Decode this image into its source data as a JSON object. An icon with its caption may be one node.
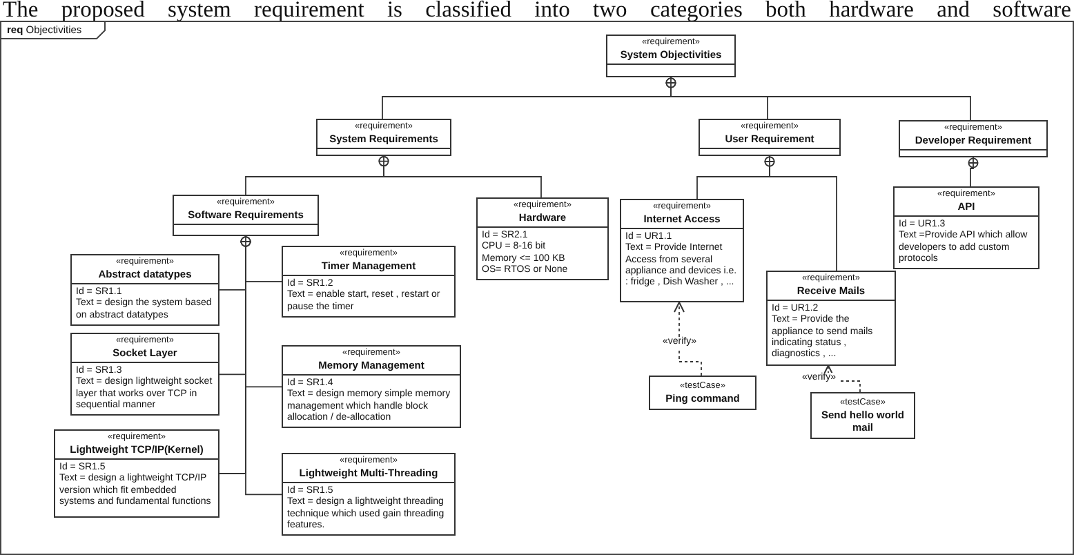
{
  "diagram": {
    "title": "The proposed system requirement is classified into two categories both hardware and software",
    "nodes": [
      {
        "text": [
          "**req** Objectivities"
        ]
      },
      {
        "text": [
          "«requirement»",
          "System Objectivities"
        ],
        "in": 0
      },
      {
        "text": [
          "«requirement»",
          "System Requirements"
        ],
        "in": 0
      },
      {
        "text": [
          "«requirement»",
          "User Requirement"
        ],
        "in": 0
      },
      {
        "text": [
          "«requirement»",
          "Developer Requirement"
        ],
        "in": 0
      },
      {
        "text": [
          "«requirement»",
          "Software Requirements"
        ],
        "in": 0
      },
      {
        "text": [
          "«requirement»",
          "Hardware",
          "Id = SR2.1",
          "CPU = 8-16 bit",
          "Memory <= 100 KB",
          "OS= RTOS or None"
        ],
        "in": 0
      },
      {
        "text": [
          "«requirement»",
          "Internet Access",
          "Id = UR1.1",
          "Text = Provide Internet Access from several appliance and devices i.e. : fridge , Dish Washer , ..."
        ],
        "in": 0
      },
      {
        "text": [
          "«requirement»",
          "API",
          "Id = UR1.3",
          "Text =Provide API which allow developers to add custom protocols"
        ],
        "in": 0
      },
      {
        "text": [
          "«requirement»",
          "Abstract datatypes",
          "Id = SR1.1",
          "Text = design the system based on abstract datatypes"
        ],
        "in": 0
      },
      {
        "text": [
          "«requirement»",
          "Timer Management",
          "Id = SR1.2",
          "Text = enable start, reset , restart or pause the timer"
        ],
        "in": 0
      },
      {
        "text": [
          "«requirement»",
          "Receive Mails",
          "Id = UR1.2",
          "Text = Provide the appliance to send mails indicating status , diagnostics , ..."
        ],
        "in": 0
      },
      {
        "text": [
          "«requirement»",
          "Socket Layer",
          "Id = SR1.3",
          "Text = design lightweight socket layer that works over TCP in sequential manner"
        ],
        "in": 0
      },
      {
        "text": [
          "«requirement»",
          "Memory Management",
          "Id = SR1.4",
          "Text = design memory simple memory management which handle block allocation / de-allocation"
        ],
        "in": 0
      },
      {
        "text": [
          "«testCase»",
          "Ping command"
        ],
        "in": 0
      },
      {
        "text": [
          "«testCase»",
          "Send hello world mail"
        ],
        "in": 0
      },
      {
        "text": [
          "«requirement»",
          "Lightweight TCP/IP(Kernel)",
          "Id = SR1.5",
          "Text = design a lightweight TCP/IP version which fit embedded systems and fundamental functions"
        ],
        "in": 0
      },
      {
        "text": [
          "«requirement»",
          "Lightweight Multi-Threading",
          "Id = SR1.5",
          "Text = design a lightweight threading technique which used gain threading features."
        ],
        "in": 0
      }
    ],
    "edges": [
      {
        "from": 1,
        "to": 2,
        "arrow": "other"
      },
      {
        "from": 1,
        "to": 3,
        "arrow": "other"
      },
      {
        "from": 1,
        "to": 4,
        "arrow": "other"
      },
      {
        "from": 2,
        "to": 5,
        "arrow": "other"
      },
      {
        "from": 2,
        "to": 6,
        "arrow": "other"
      },
      {
        "from": 3,
        "to": 7,
        "arrow": "other"
      },
      {
        "from": 3,
        "to": 11,
        "arrow": "other"
      },
      {
        "from": 4,
        "to": 8,
        "arrow": "other"
      },
      {
        "from": 5,
        "to": 9,
        "arrow": "other"
      },
      {
        "from": 5,
        "to": 10,
        "arrow": "other"
      },
      {
        "from": 5,
        "to": 12,
        "arrow": "other"
      },
      {
        "from": 5,
        "to": 13,
        "arrow": "other"
      },
      {
        "from": 5,
        "to": 16,
        "arrow": "other"
      },
      {
        "from": 5,
        "to": 17,
        "arrow": "other"
      },
      {
        "from": 14,
        "to": 7,
        "arrow": "to",
        "label": "«verify»",
        "style": "dashed"
      },
      {
        "from": 15,
        "to": 11,
        "arrow": "to",
        "label": "«verify»",
        "style": "dashed"
      }
    ]
  }
}
